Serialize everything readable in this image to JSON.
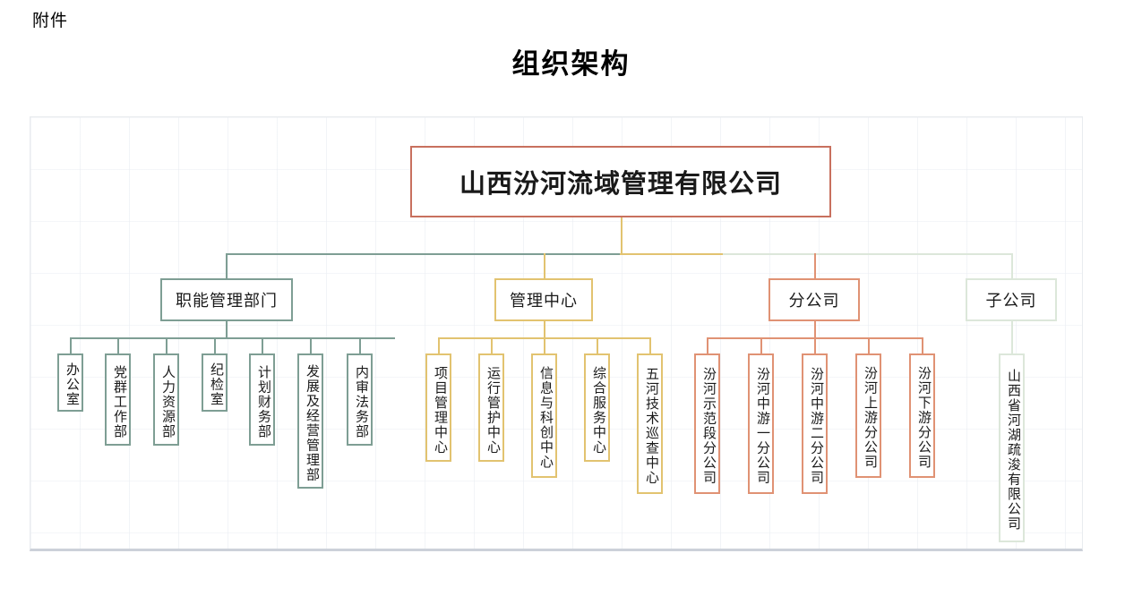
{
  "document": {
    "header_label": "附件",
    "title": "组织架构"
  },
  "colors": {
    "root": "#C8705E",
    "functional": "#7E9E94",
    "management_center": "#E2C370",
    "branch": "#E09274",
    "subsidiary": "#DCE7DA",
    "canvas_background": "#FFFFFF",
    "text": "#1A1A1A"
  },
  "chart_data": {
    "type": "diagram",
    "title": "组织架构",
    "root": {
      "label": "山西汾河流域管理有限公司",
      "color": "#C8705E"
    },
    "groups": [
      {
        "label": "职能管理部门",
        "color": "#7E9E94",
        "children": [
          {
            "label": "办公室"
          },
          {
            "label": "党群工作部"
          },
          {
            "label": "人力资源部"
          },
          {
            "label": "纪检室"
          },
          {
            "label": "计划财务部"
          },
          {
            "label": "发展及经营管理部"
          },
          {
            "label": "内审法务部"
          }
        ]
      },
      {
        "label": "管理中心",
        "color": "#E2C370",
        "children": [
          {
            "label": "项目管理中心"
          },
          {
            "label": "运行管护中心"
          },
          {
            "label": "信息与科创中心"
          },
          {
            "label": "综合服务中心"
          },
          {
            "label": "五河技术巡查中心"
          }
        ]
      },
      {
        "label": "分公司",
        "color": "#E09274",
        "children": [
          {
            "label": "汾河示范段分公司"
          },
          {
            "label": "汾河中游一分公司"
          },
          {
            "label": "汾河中游二分公司"
          },
          {
            "label": "汾河上游分公司"
          },
          {
            "label": "汾河下游分公司"
          }
        ]
      },
      {
        "label": "子公司",
        "color": "#DCE7DA",
        "children": [
          {
            "label": "山西省河湖疏浚有限公司"
          }
        ]
      }
    ]
  }
}
